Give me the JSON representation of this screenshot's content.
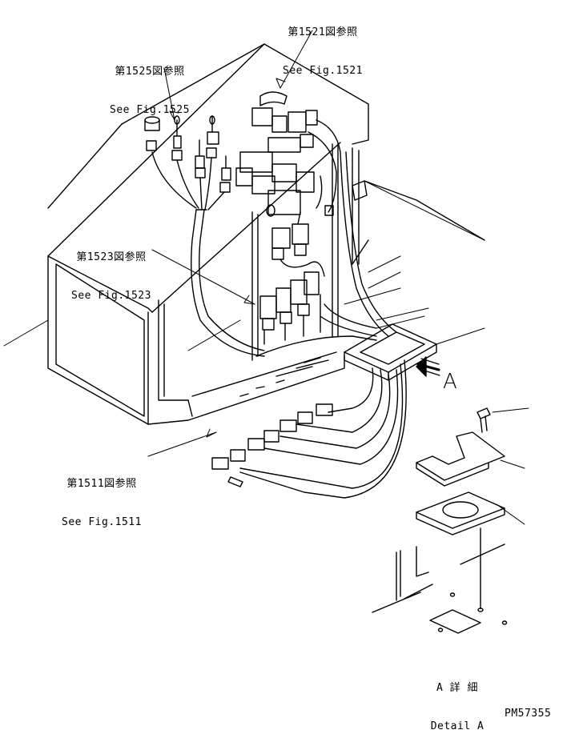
{
  "callouts": {
    "fig1521": {
      "jp": "第1521図参照",
      "en": "See Fig.1521"
    },
    "fig1525": {
      "jp": "第1525図参照",
      "en": "See Fig.1525"
    },
    "fig1523": {
      "jp": "第1523図参照",
      "en": "See Fig.1523"
    },
    "fig1511": {
      "jp": "第1511図参照",
      "en": "See Fig.1511"
    }
  },
  "view_arrow": {
    "label": "A"
  },
  "detail": {
    "jp": "A 詳 細",
    "en": "Detail A"
  },
  "drawing_number": "PM57355"
}
